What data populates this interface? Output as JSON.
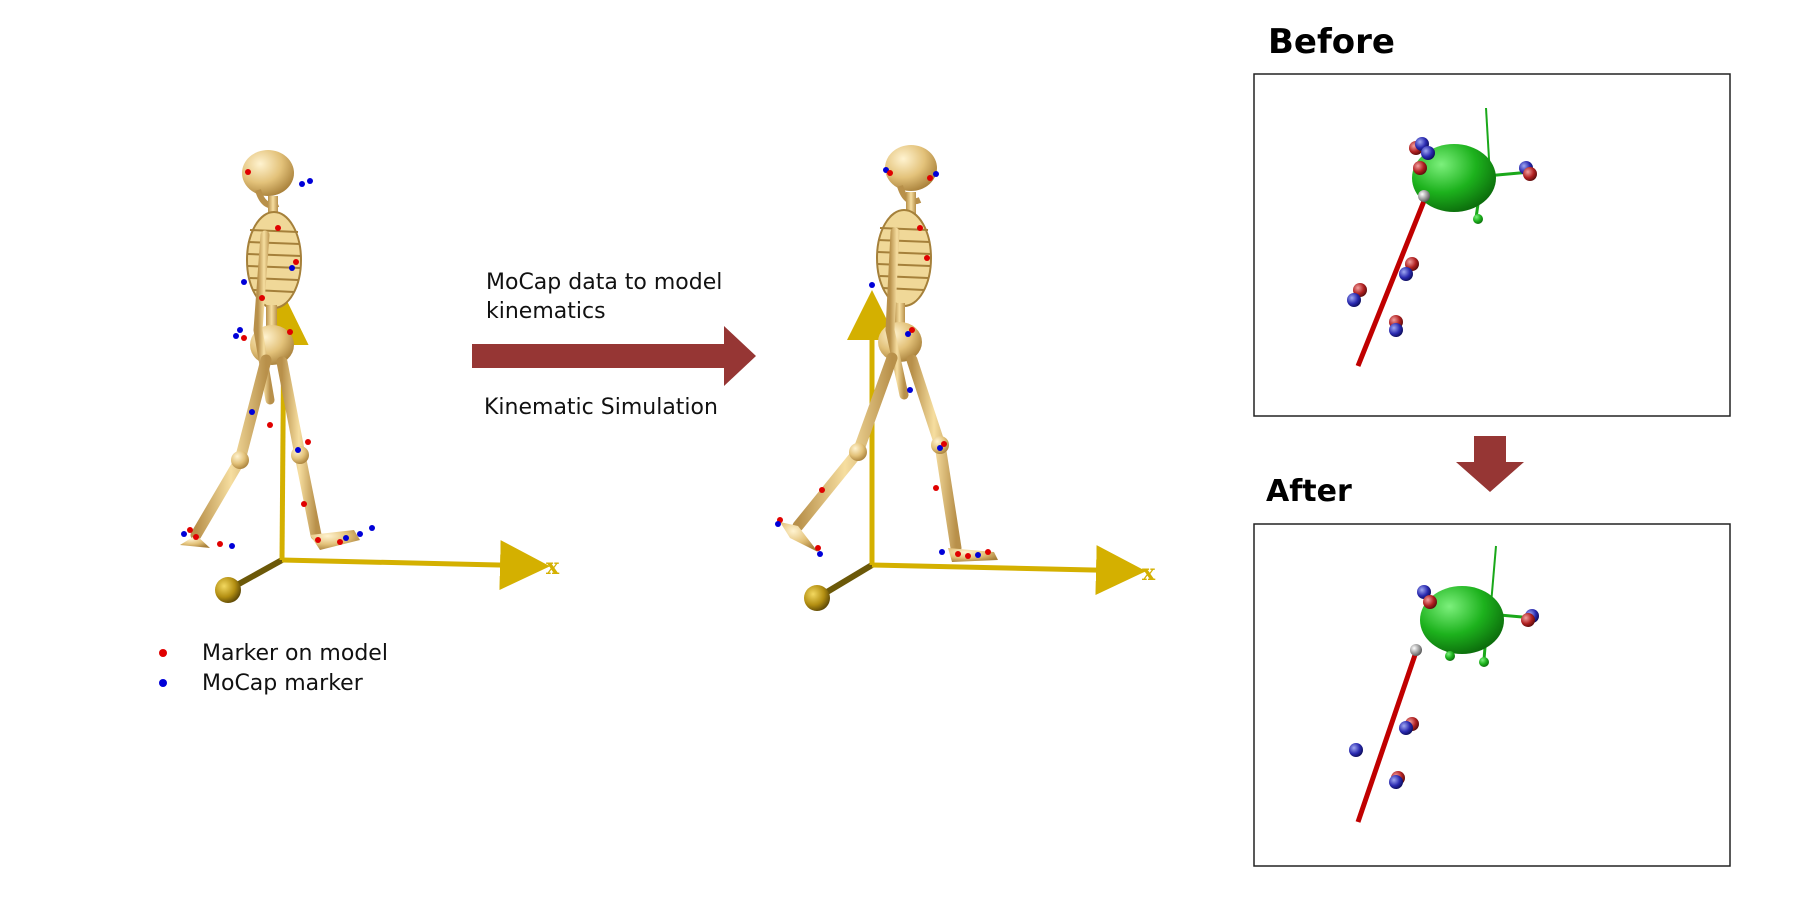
{
  "legend": {
    "items": [
      {
        "label": "Marker on model",
        "color": "#e00000"
      },
      {
        "label": "MoCap marker",
        "color": "#0000d8"
      }
    ]
  },
  "process": {
    "label_top": "MoCap data to model\nkinematics",
    "label_bottom": "Kinematic Simulation",
    "arrow_color": "#963634"
  },
  "axes": {
    "x_label_left": "x",
    "x_label_right": "x",
    "axis_color": "#d4b000"
  },
  "comparison": {
    "before_title": "Before",
    "after_title": "After",
    "arrow_color": "#963634",
    "ellipsoid_color": "#1aa81a",
    "rod_color": "#c00000"
  }
}
